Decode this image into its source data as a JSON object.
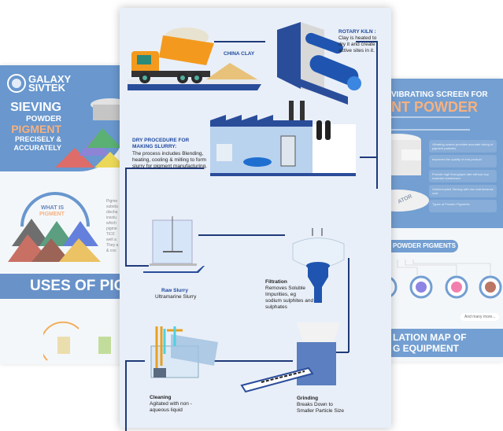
{
  "left_page": {
    "brand": {
      "name_line1": "GALAXY",
      "name_line2": "SIVTEK"
    },
    "hero": {
      "line1": "SIEVING",
      "line2": "POWDER",
      "line3": "PIGMENT",
      "line4": "PRECISELY &",
      "line5": "ACCURATELY"
    },
    "what_is": {
      "line1": "WHAT IS",
      "line2": "PIGMENT"
    },
    "body_fragments": [
      "Pigme",
      "substa",
      "discha",
      "insolu",
      "which",
      "pigme",
      "TiO2",
      "well a",
      "They a",
      "& cos"
    ],
    "uses_heading": "USES OF PIGM"
  },
  "right_page": {
    "heading_line1": "VIBRATING SCREEN FOR",
    "heading_line2": "NT POWDER",
    "bullets": [
      "Vibrating screen provides accurate sizing of pigment particles",
      "Improves the quality of end-product",
      "Provide high throughput rate without any machine breakdown",
      "Uninterrupted Sieving with low maintenance cost",
      "Types of Powder Pigments"
    ],
    "machine_label": "ATOR",
    "section_pill": "POWDER PIGMENTS",
    "more_button": "And many more...",
    "bottom_heading_line1": "LATION MAP OF",
    "bottom_heading_line2": "G EQUIPMENT",
    "colors": {
      "hero_bg": "#5b8fcb",
      "accent_orange": "#f5a46a"
    }
  },
  "center_page": {
    "china_clay": "CHINA CLAY",
    "rotary_kiln": {
      "title": "ROTARY KILN :",
      "body": [
        "Clay is heated to",
        "dry it and create",
        "active sites in it."
      ]
    },
    "dry_procedure": {
      "title_line1": "DRY PROCEDURE FOR",
      "title_line2": "MAKING SLURRY:",
      "body": [
        "The process includes Blending,",
        "heating, cooling & milling to form",
        "slurry for pigment manufacturing."
      ]
    },
    "raw_slurry": {
      "title": "Raw Slurry",
      "body": "Ultramarine Slurry"
    },
    "filtration": {
      "title": "Filtration",
      "body": [
        "Removes Soluble",
        "Impurities, eg",
        "sodium sulphites and",
        "sulphates"
      ]
    },
    "cleaning": {
      "title": "Cleaning",
      "body": [
        "Agitated with non -",
        "aqueous liquid"
      ]
    },
    "grinding": {
      "title": "Grinding",
      "body": [
        "Breaks Down to",
        "Smaller Particle Size"
      ]
    },
    "colors": {
      "background": "#e9eff8",
      "connector": "#1f3a7a",
      "title_blue": "#1f4aa0"
    }
  }
}
